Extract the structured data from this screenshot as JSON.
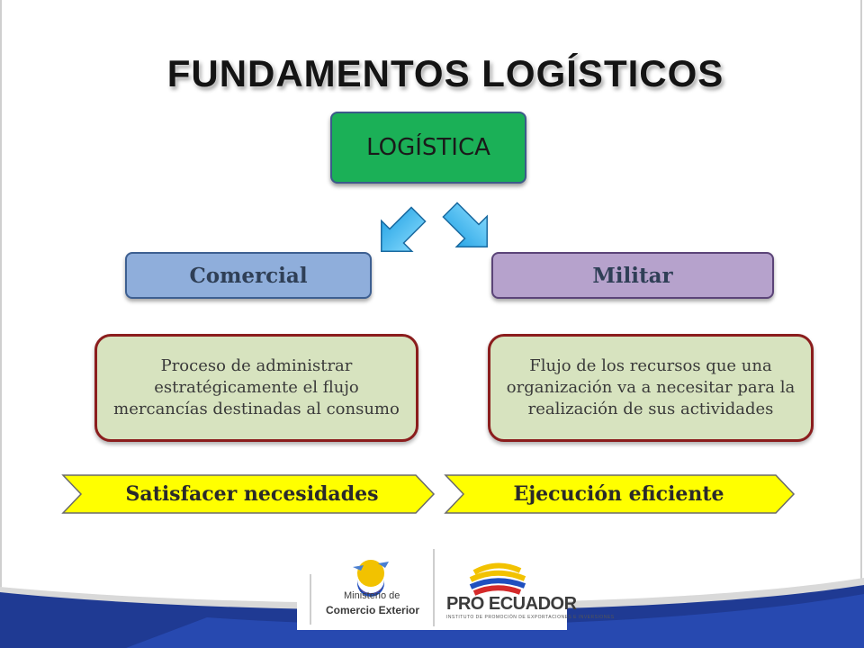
{
  "title": "FUNDAMENTOS  LOGÍSTICOS",
  "root": {
    "label": "LOGÍSTICA"
  },
  "categories": [
    {
      "label": "Comercial",
      "description": "Proceso de administrar estratégicamente el flujo mercancías destinadas al consumo",
      "outcome": "Satisfacer necesidades"
    },
    {
      "label": "Militar",
      "description": "Flujo de los recursos que una organización  va a necesitar para la realización de sus actividades",
      "outcome": "Ejecución eficiente"
    }
  ],
  "footer": {
    "ministry_line1": "Ministerio de",
    "ministry_line2": "Comercio Exterior",
    "pro_name": "PRO ECUADOR",
    "pro_subtitle": "INSTITUTO DE PROMOCIÓN DE EXPORTACIONES E INVERSIONES"
  },
  "colors": {
    "root_fill": "#1bb057",
    "commercial_fill": "#8faedb",
    "military_fill": "#b6a2cc",
    "description_fill": "#d7e3bf",
    "description_border": "#8b1d1d",
    "outcome_fill": "#ffff00",
    "arrow_fill": "#3fb6f0",
    "footer_blue": "#1f3a93"
  }
}
